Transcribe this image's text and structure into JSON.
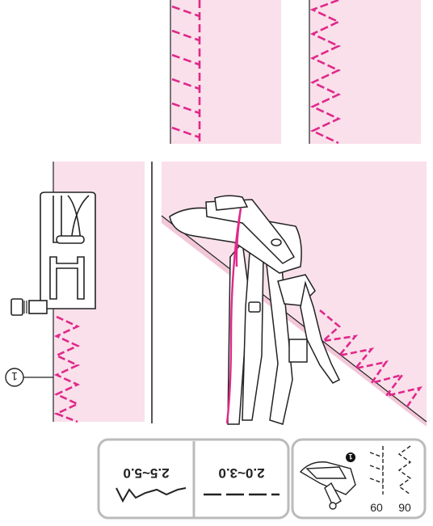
{
  "callouts": {
    "marker_label": "1"
  },
  "settings_panel": {
    "cells": [
      {
        "range": "2.5~5.0",
        "stitch_icon": "zigzag-stitch-icon"
      },
      {
        "range": "2.0~3.0",
        "stitch_icon": "straight-dashed-stitch-icon"
      }
    ],
    "foot_badge": "1",
    "stitch_numbers": [
      "60",
      "90"
    ]
  },
  "colors": {
    "fabric_pink": "#f9e0ea",
    "stitch_magenta": "#e0288a",
    "outline": "#222222",
    "panel_border": "#bbbbbb"
  }
}
